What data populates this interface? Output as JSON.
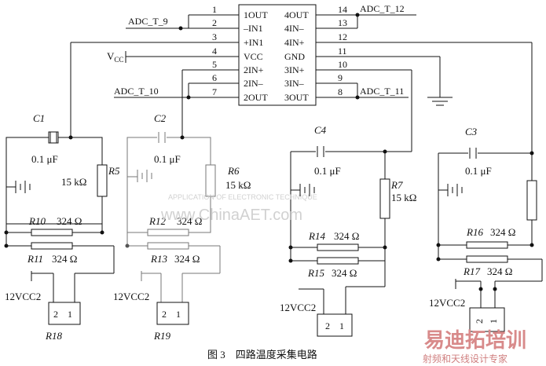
{
  "chip": {
    "left_pins": [
      {
        "num": "1",
        "name": "1OUT"
      },
      {
        "num": "2",
        "name": "–IN1"
      },
      {
        "num": "3",
        "name": "+IN1"
      },
      {
        "num": "4",
        "name": "VCC"
      },
      {
        "num": "5",
        "name": "2IN+"
      },
      {
        "num": "6",
        "name": "2IN–"
      },
      {
        "num": "7",
        "name": "2OUT"
      }
    ],
    "right_pins": [
      {
        "num": "14",
        "name": "4OUT"
      },
      {
        "num": "13",
        "name": "4IN–"
      },
      {
        "num": "12",
        "name": "4IN+"
      },
      {
        "num": "11",
        "name": "GND"
      },
      {
        "num": "10",
        "name": "3IN+"
      },
      {
        "num": "9",
        "name": "3IN–"
      },
      {
        "num": "8",
        "name": "3OUT"
      }
    ]
  },
  "nets": {
    "adc9": "ADC_T_9",
    "adc12": "ADC_T_12",
    "adc10": "ADC_T_10",
    "adc11": "ADC_T_11",
    "vcc": "V",
    "vcc_sub": "CC"
  },
  "channels": [
    {
      "cap": "C1",
      "cap_value": "0.1 μF",
      "res": "R5",
      "res_value": "15 kΩ",
      "r_a": "R10",
      "r_a_value": "324 Ω",
      "r_b": "R11",
      "r_b_value": "324 Ω",
      "supply": "12VCC2",
      "connector": "R18",
      "pin2": "2",
      "pin1": "1"
    },
    {
      "cap": "C2",
      "cap_value": "0.1 μF",
      "res": "R6",
      "res_value": "15 kΩ",
      "r_a": "R12",
      "r_a_value": "324 Ω",
      "r_b": "R13",
      "r_b_value": "324 Ω",
      "supply": "12VCC2",
      "connector": "R19",
      "pin2": "2",
      "pin1": "1"
    },
    {
      "cap": "C4",
      "cap_value": "0.1 μF",
      "res": "R7",
      "res_value": "15 kΩ",
      "r_a": "R14",
      "r_a_value": "324 Ω",
      "r_b": "R15",
      "r_b_value": "324 Ω",
      "supply": "12VCC2",
      "connector": "",
      "pin2": "2",
      "pin1": "1"
    },
    {
      "cap": "C3",
      "cap_value": "0.1 μF",
      "res": "",
      "res_value": "",
      "r_a": "R16",
      "r_a_value": "324 Ω",
      "r_b": "R17",
      "r_b_value": "324 Ω",
      "supply": "12VCC2",
      "connector": "",
      "pin2": "2",
      "pin1": "1"
    }
  ],
  "caption": "图 3　四路温度采集电路",
  "watermark": {
    "sub": "APPLICATION OF ELECTRONIC TECHNIQUE",
    "url": "www.ChinaAET.com",
    "brand": "易迪拓培训",
    "brand_sub": "射频和天线设计专家"
  }
}
